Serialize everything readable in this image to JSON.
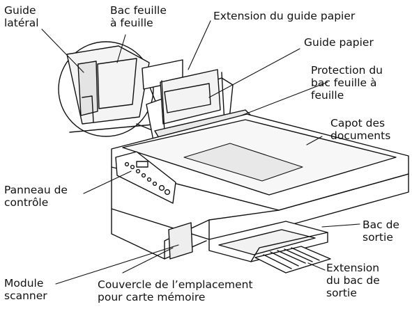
{
  "labels": {
    "guide_lateral": "Guide\nlatéral",
    "bac_feuille": "Bac feuille\nà feuille",
    "extension_guide": "Extension du guide papier",
    "guide_papier": "Guide papier",
    "protection_bac": "Protection du\nbac feuille à\nfeuille",
    "capot": "Capot des\ndocuments",
    "panneau": "Panneau de\ncontrôle",
    "bac_sortie": "Bac de\nsortie",
    "module_scanner": "Module\nscanner",
    "couvercle": "Couvercle de l’emplacement\npour carte mémoire",
    "extension_bac": "Extension\ndu bac de\nsortie"
  },
  "colors": {
    "ink": "#111111",
    "paper": "#ffffff",
    "shade": "#e8e8e8"
  }
}
